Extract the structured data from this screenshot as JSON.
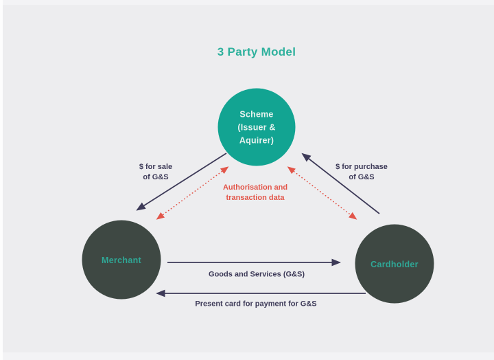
{
  "title": "3 Party Model",
  "nodes": {
    "scheme": {
      "label": "Scheme\n(Issuer &\nAquirer)",
      "fill": "#12a492",
      "text_color": "#e4f2ee"
    },
    "merchant": {
      "label": "Merchant",
      "fill": "#3e4843",
      "text_color": "#2fa796"
    },
    "cardholder": {
      "label": "Cardholder",
      "fill": "#3e4843",
      "text_color": "#2fa796"
    }
  },
  "edges": {
    "sale": {
      "label": "$ for sale\nof G&S",
      "from": "Scheme",
      "to": "Merchant",
      "style": "solid"
    },
    "purchase": {
      "label": "$ for purchase\nof G&S",
      "from": "Cardholder",
      "to": "Scheme",
      "style": "solid"
    },
    "authorisation": {
      "label": "Authorisation and\ntransaction data",
      "from": "Scheme",
      "to": "Merchant and Cardholder",
      "style": "dotted-bidirectional"
    },
    "goods": {
      "label": "Goods and Services (G&S)",
      "from": "Merchant",
      "to": "Cardholder",
      "style": "solid"
    },
    "present": {
      "label": "Present card for payment for G&S",
      "from": "Cardholder",
      "to": "Merchant",
      "style": "solid"
    }
  },
  "colors": {
    "background": "#ededef",
    "title": "#2fb19d",
    "scheme_circle": "#12a492",
    "party_circle": "#3e4843",
    "arrow": "#3d3a58",
    "dotted_arrow": "#e25549"
  }
}
